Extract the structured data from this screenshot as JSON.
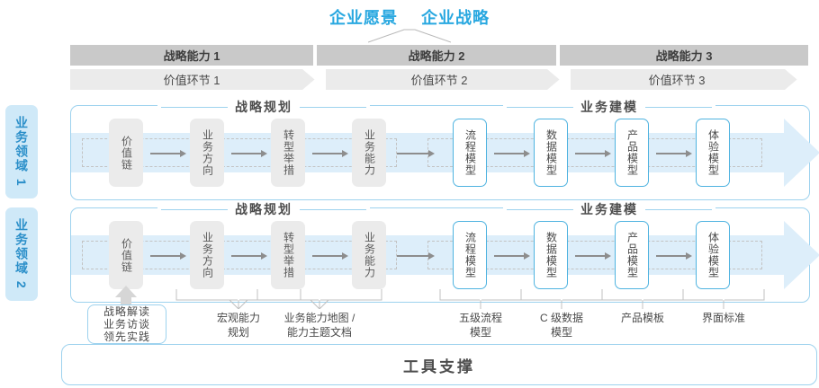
{
  "vision": {
    "items": [
      "企业愿景",
      "企业战略"
    ],
    "color": "#29a8e0"
  },
  "capabilities": {
    "items": [
      "战略能力 1",
      "战略能力 2",
      "战略能力 3"
    ],
    "bar_color": "#c9c9c9"
  },
  "value_links": {
    "items": [
      "价值环节 1",
      "价值环节 2",
      "价值环节 3"
    ],
    "bar_color": "#ebebeb"
  },
  "domains": [
    {
      "label": "业务领域 1"
    },
    {
      "label": "业务领域 2"
    }
  ],
  "groups": {
    "planning_title": "战略规划",
    "modeling_title": "业务建模"
  },
  "nodes": {
    "planning": [
      "价值链",
      "业务方向",
      "转型举措",
      "业务能力"
    ],
    "modeling": [
      "流程模型",
      "数据模型",
      "产品模型",
      "体验模型"
    ]
  },
  "tools": {
    "intake": [
      "战略解读",
      "业务访谈",
      "领先实践"
    ],
    "labels": [
      "宏观能力\n规划",
      "业务能力地图 /\n能力主题文档",
      "五级流程\n模型",
      "C 级数据\n模型",
      "产品模板",
      "界面标准"
    ],
    "footer_title": "工具支撑"
  },
  "colors": {
    "accent": "#29a8e0",
    "border_blue": "#9dd2ee",
    "node_blue": "#4fb3e0",
    "band": "#ddeefa",
    "tab": "#cfe9f8"
  }
}
